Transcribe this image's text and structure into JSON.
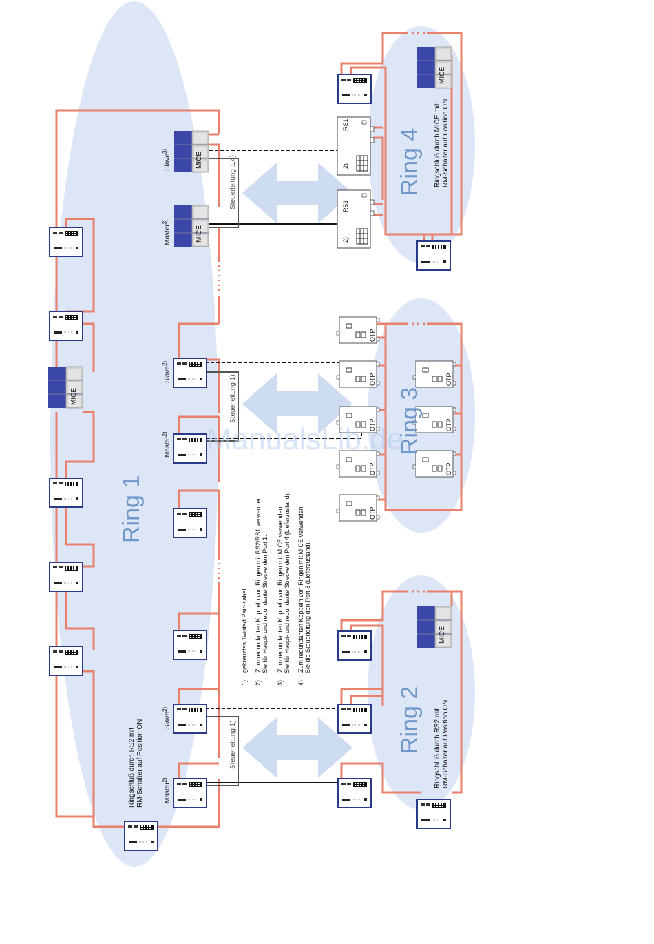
{
  "rings": {
    "ring1": "Ring 1",
    "ring2": "Ring 2",
    "ring3": "Ring 3",
    "ring4": "Ring 4"
  },
  "ring_closure": {
    "ring1_line1": "Ringschluß durch RS2 mit",
    "ring1_line2": "RM-Schalter auf Position ON",
    "ring2_line1": "Ringschluß durch RS2  mit",
    "ring2_line2": "RM-Schalter auf Position ON",
    "ring4_line1": "Ringschluß  durch MICE mit",
    "ring4_line2": "RM-Schalter auf Position ON"
  },
  "roles": {
    "slave3": "Slave",
    "slave3_sup": "3)",
    "master3": "Master",
    "master3_sup": "3)",
    "slave2_top": "Slave",
    "slave2_top_sup": "2)",
    "master2_top": "Master",
    "master2_top_sup": "2)",
    "slave2_bottom": "Slave",
    "slave2_bottom_sup": "2)",
    "master2_bottom": "Master",
    "master2_bottom_sup": "2)"
  },
  "control_lines": {
    "ring4": "Steuerleitung 1,4)",
    "ring3": "Steuerleitung 1)",
    "ring2": "Steuerleitung 1)"
  },
  "device_labels": {
    "mice": "MICE",
    "rs1": "RS1",
    "otp": "OTP",
    "note2": "2)"
  },
  "footnotes": [
    {
      "num": "1)",
      "lines": [
        ": gekreuztes Twisted Pair-Kabel"
      ]
    },
    {
      "num": "2)",
      "lines": [
        ": Zum redundanten Koppeln von Ringen mit RS2/RS1 verwenden",
        "Sie für Haupt- und redundante Strecke den Port 1."
      ]
    },
    {
      "num": "3)",
      "lines": [
        ": Zum redundanten Koppeln von Ringen mit MICE verwenden",
        "Sie für Haupt- und redundante Strecke den Port 4 (Lieferzustand)."
      ]
    },
    {
      "num": "4)",
      "lines": [
        ": Zum redundanten Koppeln von Ringen mit MICE verwenden",
        "Sie die Steuerleitung den Port 3 (Lieferzustand)."
      ]
    }
  ],
  "watermark": "ManualsLib.de",
  "colors": {
    "ring_fill": "#dde6f7",
    "cable": "#e8806c",
    "switch_border": "#2a3a8a",
    "mice_blue": "#3a47a8",
    "ring_label": "#6f97c8",
    "arrow": "#c8d8f0",
    "control_line": "#555555"
  }
}
